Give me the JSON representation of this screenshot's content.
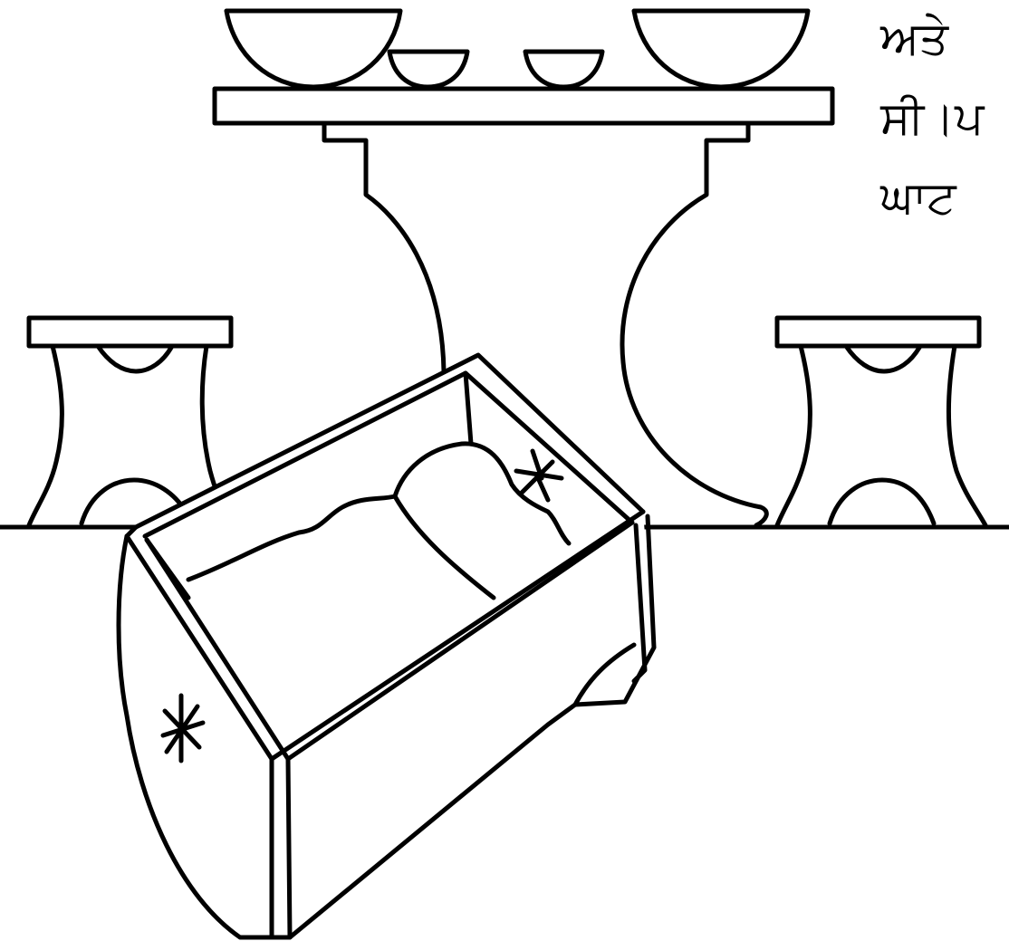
{
  "page": {
    "text_lines": [
      "ਅਤੇ ",
      "ਸੀ।ਪ",
      "ਘਾਟ "
    ]
  },
  "colors": {
    "line": "#000000",
    "background": "#ffffff"
  }
}
